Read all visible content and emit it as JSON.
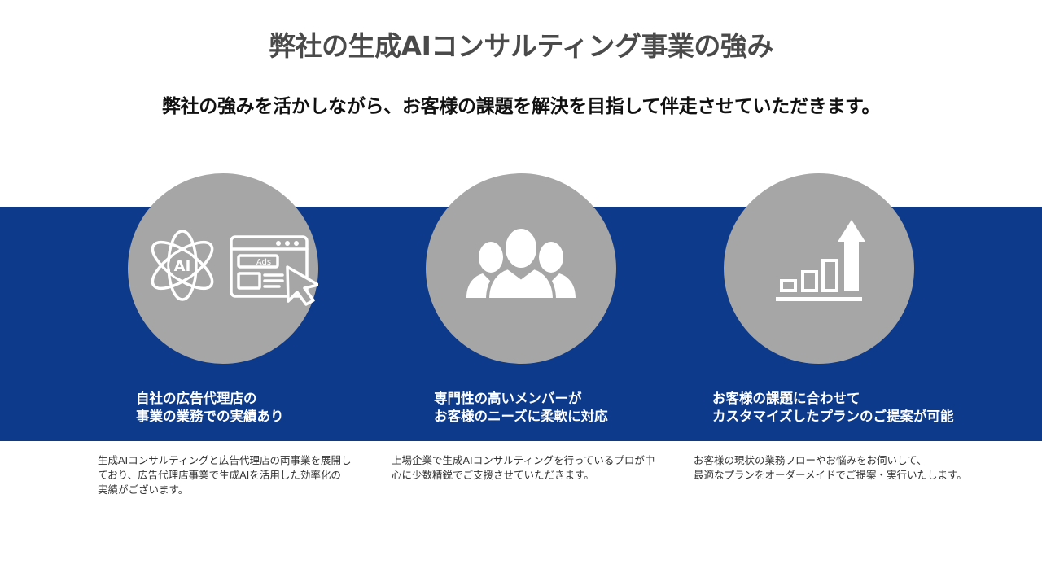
{
  "title": "弊社の生成AIコンサルティング事業の強み",
  "subtitle": "弊社の強みを活かしながら、お客様の課題を解決を目指して伴走させていただきます。",
  "colors": {
    "band": "#0d3a8a",
    "circle": "#a6a6a6",
    "icon": "#ffffff",
    "title": "#4a4a4a"
  },
  "strengths": [
    {
      "icon": "ai-ads-icon",
      "ads_label": "Ads",
      "ai_label": "AI",
      "headline": [
        "自社の広告代理店の",
        "事業の業務での実績あり"
      ],
      "description": [
        "生成AIコンサルティングと広告代理店の両事業を展開し",
        "ており、広告代理店事業で生成AIを活用した効率化の",
        "実績がございます。"
      ]
    },
    {
      "icon": "team-members-icon",
      "headline": [
        "専門性の高いメンバーが",
        "お客様のニーズに柔軟に対応"
      ],
      "description": [
        "上場企業で生成AIコンサルティングを行っているプロが中",
        "心に少数精鋭でご支援させていただきます。"
      ]
    },
    {
      "icon": "growth-chart-icon",
      "headline": [
        "お客様の課題に合わせて",
        "カスタマイズしたプランのご提案が可能"
      ],
      "description": [
        "お客様の現状の業務フローやお悩みをお伺いして、",
        "最適なプランをオーダーメイドでご提案・実行いたします。"
      ]
    }
  ]
}
